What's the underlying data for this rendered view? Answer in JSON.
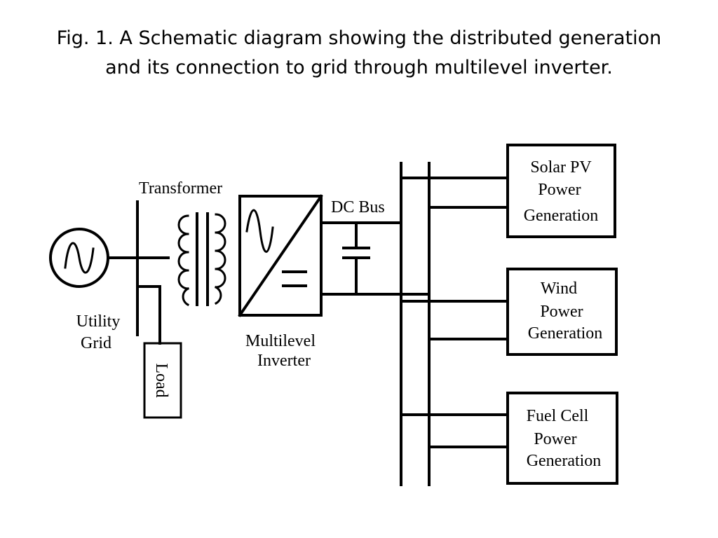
{
  "caption": {
    "line1": "Fig.  1.  A Schematic diagram showing the distributed generation",
    "line2": "and its connection to grid through multilevel inverter."
  },
  "labels": {
    "transformer": "Transformer",
    "dc_bus": "DC Bus",
    "utility_grid_line1": "Utility",
    "utility_grid_line2": "Grid",
    "multilevel_line1": "Multilevel",
    "multilevel_line2": "Inverter",
    "load": "Load"
  },
  "sources": [
    {
      "line1": "Solar PV",
      "line2": "Power",
      "line3": "Generation"
    },
    {
      "line1": "Wind",
      "line2": "Power",
      "line3": "Generation"
    },
    {
      "line1": "Fuel Cell",
      "line2": "Power",
      "line3": "Generation"
    }
  ]
}
